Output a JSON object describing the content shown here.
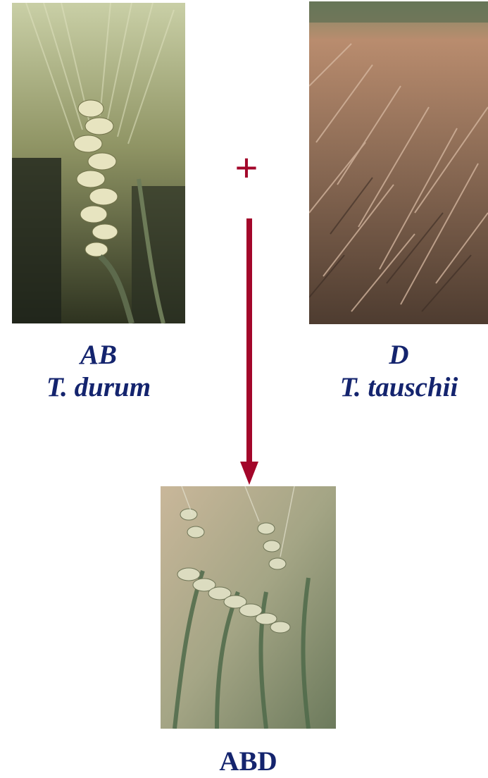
{
  "colors": {
    "label_text": "#14246e",
    "arrow": "#a3062a"
  },
  "parent_a": {
    "genome": "AB",
    "species": "T. durum"
  },
  "parent_b": {
    "genome": "D",
    "species": "T. tauschii"
  },
  "operator": {
    "symbol": "+"
  },
  "offspring": {
    "genome": "ABD"
  }
}
